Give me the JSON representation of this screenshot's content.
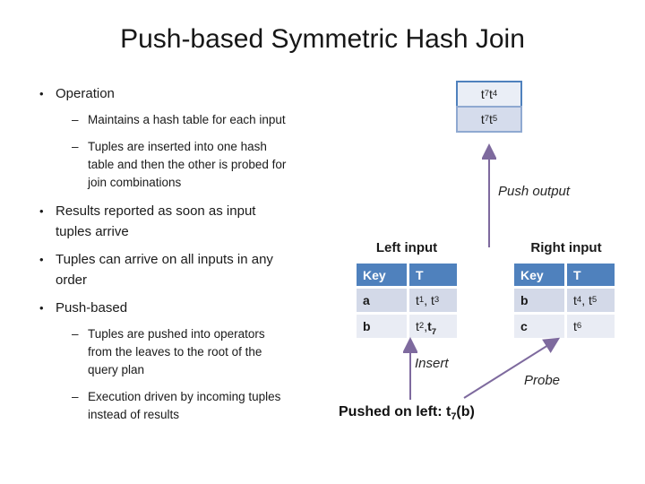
{
  "slide": {
    "title": "Push-based Symmetric Hash Join",
    "bullet_glyphs": {
      "l1": "•",
      "l2": "–"
    }
  },
  "bullets": [
    {
      "level": 1,
      "text": "Operation"
    },
    {
      "level": 2,
      "text": "Maintains a hash table for each input"
    },
    {
      "level": 2,
      "text": "Tuples are inserted into one hash\ntable and then the other is probed for\njoin combinations"
    },
    {
      "level": 1,
      "text": "Results reported as soon as input\ntuples arrive"
    },
    {
      "level": 1,
      "text": "Tuples can arrive on all inputs in any\norder"
    },
    {
      "level": 1,
      "text": "Push-based"
    },
    {
      "level": 2,
      "text": "Tuples are pushed into operators\nfrom the leaves to the root of the\nquery plan"
    },
    {
      "level": 2,
      "text": "Execution driven by incoming tuples\ninstead of results"
    }
  ],
  "diagram": {
    "output_buffer": {
      "rows": [
        "t_7t_4",
        "t_7t_5"
      ]
    },
    "push_output_label": "Push output",
    "insert_label": "Insert",
    "probe_label": "Probe",
    "pushed_note": "Pushed on left: t_7(b)",
    "left_table": {
      "title": "Left input",
      "headers": {
        "key": "Key",
        "t": "T"
      },
      "rows": [
        {
          "key": "a",
          "t": "t_1, t_3"
        },
        {
          "key": "b",
          "t": "t_2, **t_7**"
        }
      ]
    },
    "right_table": {
      "title": "Right input",
      "headers": {
        "key": "Key",
        "t": "T"
      },
      "rows": [
        {
          "key": "b",
          "t": "t_4, t_5"
        },
        {
          "key": "c",
          "t": "t_6"
        }
      ]
    },
    "colors": {
      "table_header_blue": "#4f81bd",
      "row_dark": "#d3d9e8",
      "row_light": "#e9ecf4",
      "box_top_fill": "#eaeef6",
      "box_bottom_fill": "#d5dcec",
      "arrow_purple": "#7e6a9e"
    }
  }
}
